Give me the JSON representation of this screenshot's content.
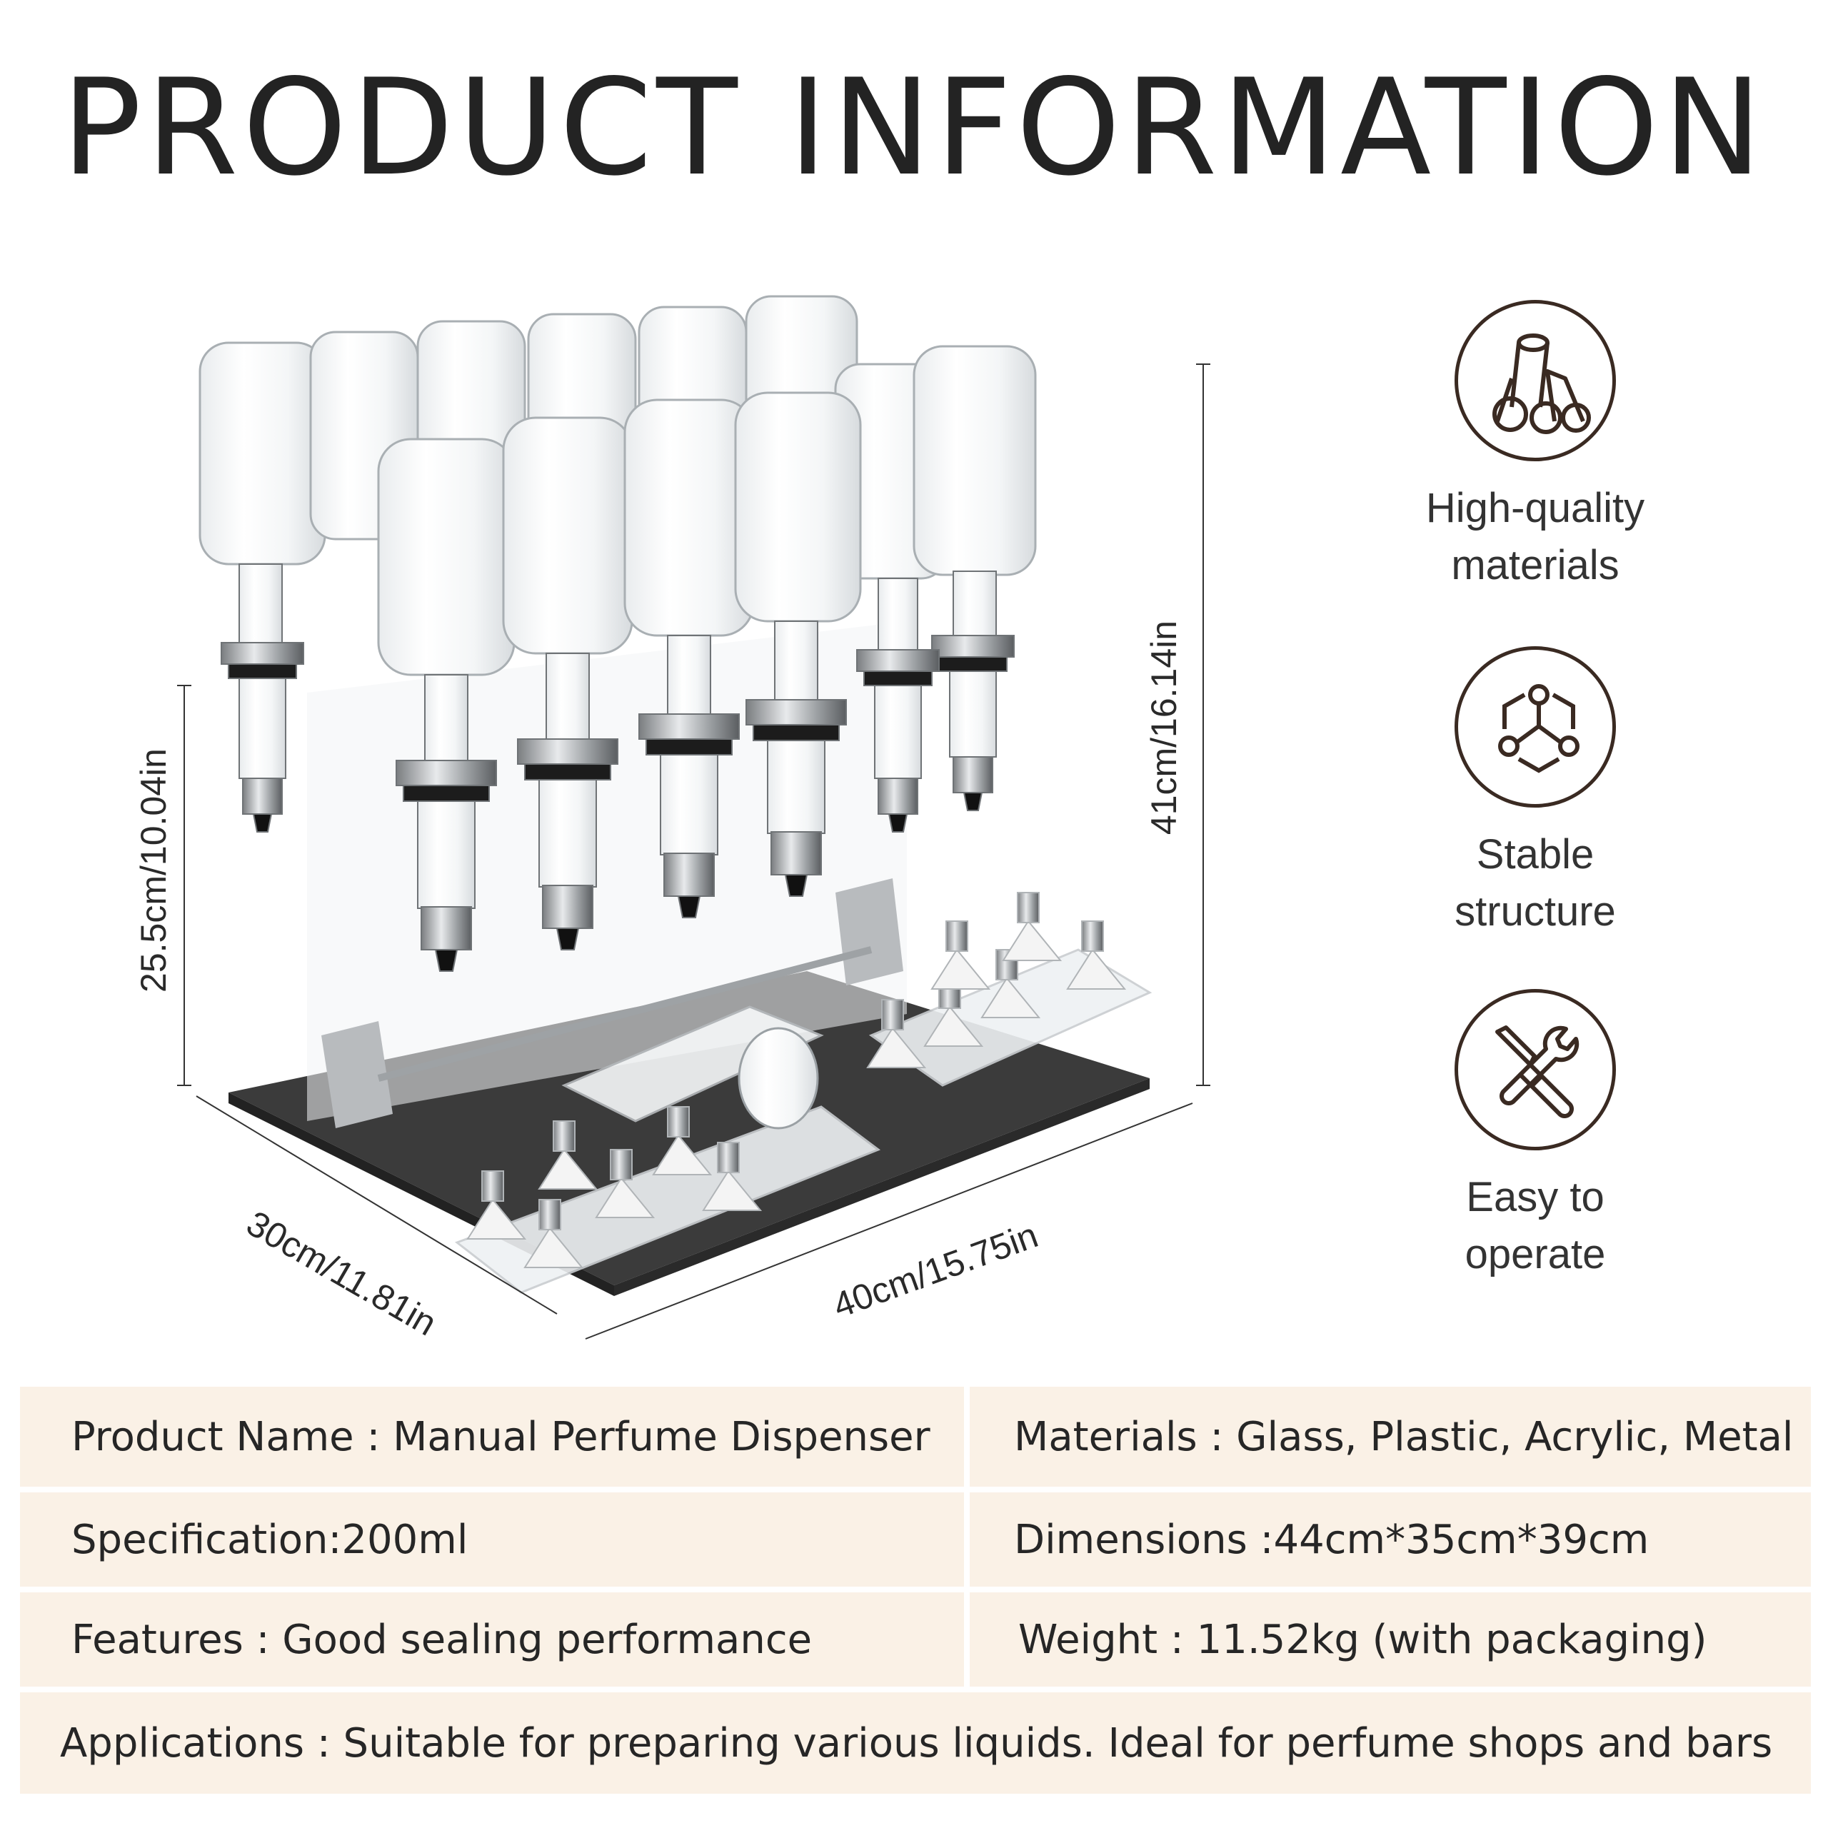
{
  "title": "PRODUCT INFORMATION",
  "dimensions": {
    "height_left": "25.5cm/10.04in",
    "height_right": "41cm/16.14in",
    "depth": "30cm/11.81in",
    "width": "40cm/15.75in"
  },
  "features": [
    {
      "icon": "materials-icon",
      "line1": "High-quality",
      "line2": "materials"
    },
    {
      "icon": "structure-icon",
      "line1": "Stable",
      "line2": "structure"
    },
    {
      "icon": "tools-icon",
      "line1": "Easy to",
      "line2": "operate"
    }
  ],
  "specs": {
    "product_name": "Product Name : Manual Perfume Dispenser",
    "materials": "Materials : Glass, Plastic, Acrylic, Metal",
    "specification": "Specification:200ml",
    "dimensions": "Dimensions :44cm*35cm*39cm",
    "features": "Features : Good sealing performance",
    "weight": "Weight : 11.52kg (with packaging)",
    "applications": "Applications : Suitable for preparing various liquids. Ideal for perfume shops and bars"
  },
  "colors": {
    "icon_stroke": "#3a2a22",
    "table_bg": "#faf1e6",
    "base": "#3a3a3a"
  }
}
